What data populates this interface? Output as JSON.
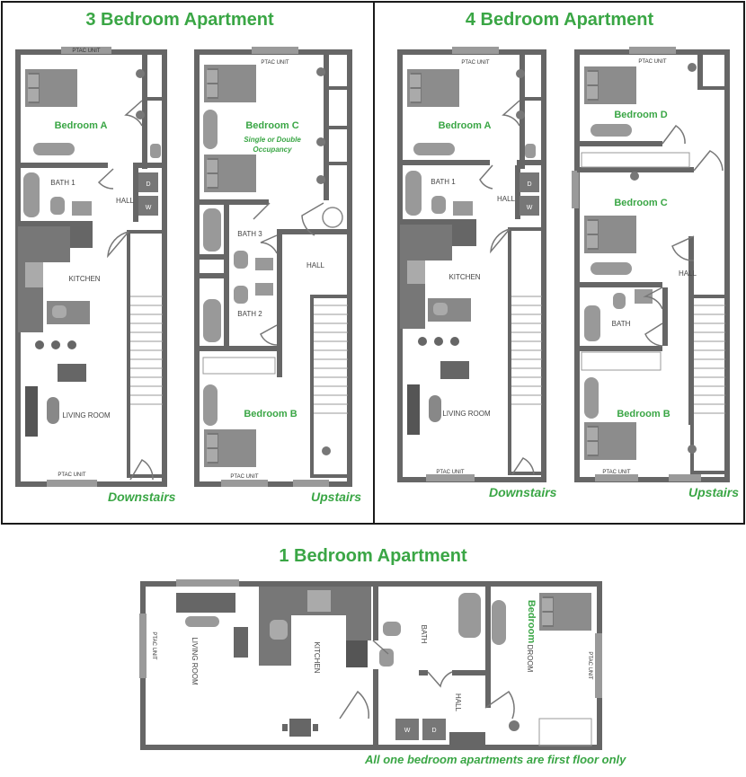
{
  "three_bed": {
    "title": "3 Bedroom Apartment",
    "downstairs_caption": "Downstairs",
    "upstairs_caption": "Upstairs",
    "ptac": "PTAC UNIT",
    "bedroom_a": "Bedroom A",
    "bedroom_b": "Bedroom B",
    "bedroom_c": "Bedroom C",
    "bedroom_c_note_1": "Single or Double",
    "bedroom_c_note_2": "Occupancy",
    "bath1": "BATH 1",
    "bath2": "BATH 2",
    "bath3": "BATH 3",
    "hall": "HALL",
    "kitchen": "KITCHEN",
    "living": "LIVING ROOM",
    "dryer": "D",
    "washer": "W"
  },
  "four_bed": {
    "title": "4 Bedroom Apartment",
    "downstairs_caption": "Downstairs",
    "upstairs_caption": "Upstairs",
    "ptac": "PTAC UNIT",
    "bedroom_a": "Bedroom A",
    "bedroom_b": "Bedroom B",
    "bedroom_c": "Bedroom C",
    "bedroom_d": "Bedroom D",
    "bath1": "BATH 1",
    "bath": "BATH",
    "hall": "HALL",
    "kitchen": "KITCHEN",
    "living": "LIVING ROOM",
    "dryer": "D",
    "washer": "W"
  },
  "one_bed": {
    "title": "1 Bedroom Apartment",
    "caption": "All one bedroom apartments are first floor only",
    "ptac": "PTAC UNIT",
    "bedroom": "Bedroom",
    "droom": "DROOM",
    "living": "LIVING ROOM",
    "kitchen": "KITCHEN",
    "bath": "BATH",
    "hall": "HALL",
    "washer": "W",
    "dryer": "D"
  },
  "colors": {
    "green": "#3aa645",
    "wall": "#666666",
    "fixture": "#8c8c8c",
    "border": "#1a1a1a"
  }
}
